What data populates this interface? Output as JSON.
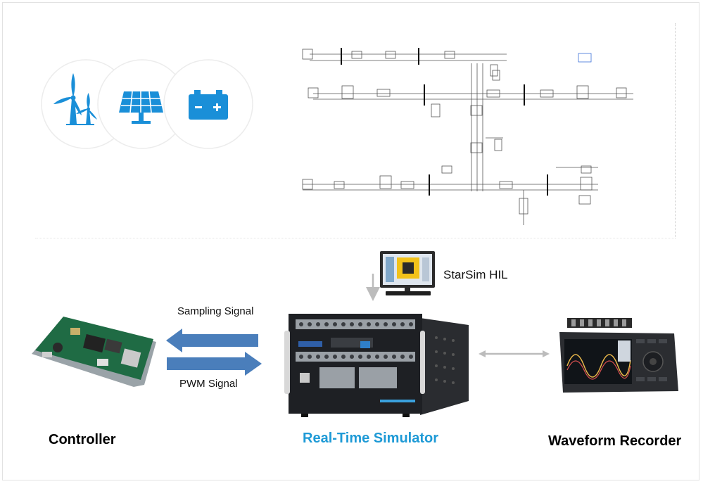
{
  "diagram": {
    "labels": {
      "sampling_signal": "Sampling Signal",
      "pwm_signal": "PWM Signal",
      "starsim_hil": "StarSim HIL",
      "controller": "Controller",
      "real_time_simulator": "Real-Time Simulator",
      "waveform_recorder": "Waveform Recorder"
    },
    "icons": [
      "wind-turbine-icon",
      "solar-panel-icon",
      "battery-icon",
      "computer-icon",
      "controller-board-image",
      "simulator-hardware-image",
      "waveform-recorder-image",
      "simulink-schematic"
    ],
    "colors": {
      "accent_blue": "#1e9ad6",
      "arrow_blue": "#4a7ebb",
      "icon_blue": "#1a8fd8",
      "connector_gray": "#bcbcbc"
    }
  }
}
